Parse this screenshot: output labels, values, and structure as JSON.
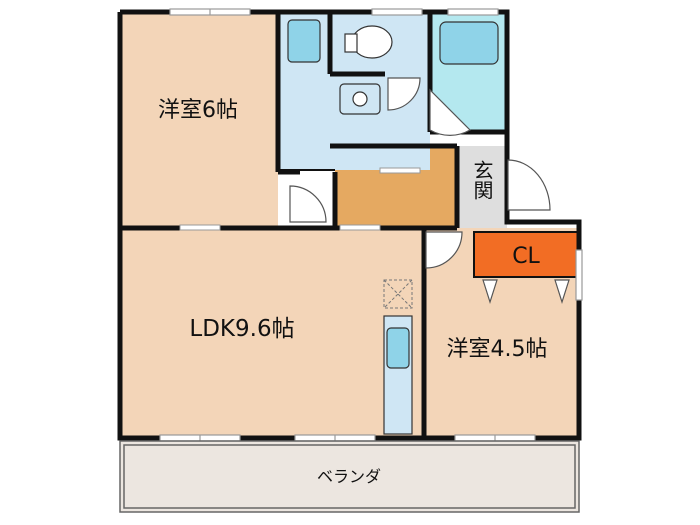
{
  "rooms": {
    "western_room_6": {
      "label": "洋室6帖",
      "color": "#f3d5b8"
    },
    "ldk": {
      "label": "LDK9.6帖",
      "color": "#f3d5b8"
    },
    "western_room_45": {
      "label": "洋室4.5帖",
      "color": "#f3d5b8"
    },
    "entrance": {
      "label": "玄関",
      "color": "#dedede"
    },
    "closet": {
      "label": "CL",
      "color": "#f26d24"
    },
    "veranda": {
      "label": "ベランダ",
      "color": "#ece6e0"
    },
    "hallway": {
      "color": "#e5a961"
    },
    "toilet": {
      "color": "#cfe6f4"
    },
    "washroom": {
      "color": "#cfe6f4"
    },
    "bathroom": {
      "color": "#b4e8ef"
    }
  },
  "colors": {
    "wall": "#111111",
    "fixture": "#8fd3e8",
    "window_frame": "#999999"
  }
}
